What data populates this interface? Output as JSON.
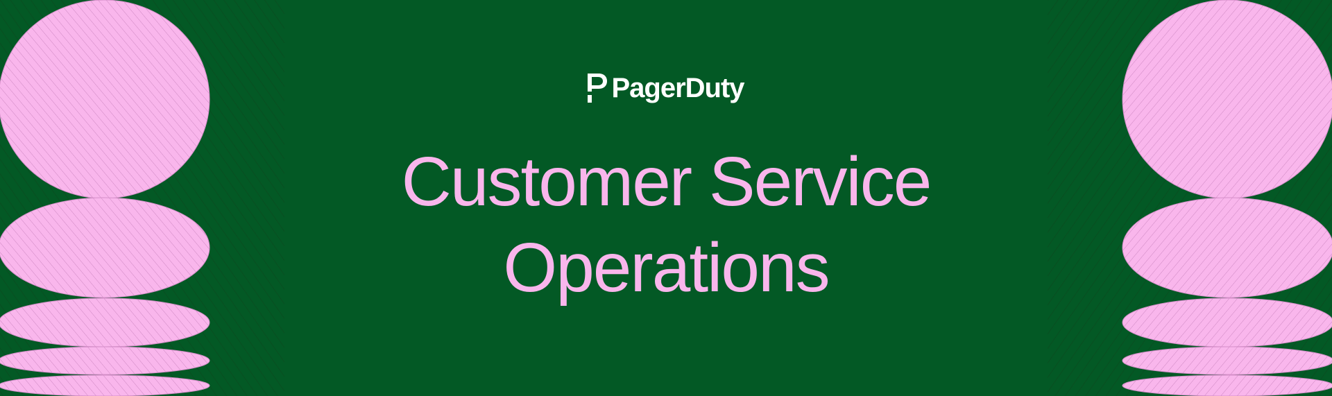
{
  "brand": {
    "logo_text": "PagerDuty"
  },
  "headline": {
    "line1": "Customer Service",
    "line2": "Operations"
  },
  "colors": {
    "background": "#035925",
    "accent_pink": "#f9b6ec",
    "logo": "#ffffff"
  },
  "decor": {
    "left": "stacked-pink-ellipses",
    "right": "stacked-pink-ellipses"
  }
}
